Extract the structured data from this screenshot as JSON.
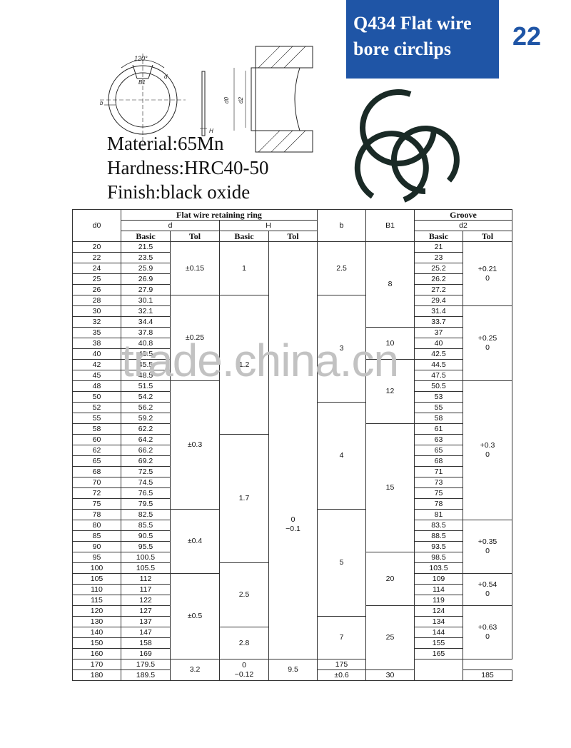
{
  "banner": {
    "title_line1": "Q434 Flat wire",
    "title_line2": "bore circlips"
  },
  "page_number": "22",
  "diagram_labels": {
    "angle": "120°",
    "b1": "B1",
    "b": "b",
    "d": "d",
    "d0": "d0",
    "d2": "d2",
    "h": "H"
  },
  "specs": {
    "material": "Material:65Mn",
    "hardness": "Hardness:HRC40-50",
    "finish": "Finish:black oxide"
  },
  "watermark": "trade.china.cn",
  "table": {
    "headers": {
      "d0": "d0",
      "ring_group": "Flat wire retaining ring",
      "groove_group": "Groove",
      "d": "d",
      "H": "H",
      "b": "b",
      "B1": "B1",
      "d2": "d2",
      "d_basic": "Basic",
      "d_tol": "Tol",
      "H_basic": "Basic",
      "H_tol": "Tol",
      "d2_basic": "Basic",
      "d2_tol": "Tol"
    },
    "d0": [
      "20",
      "22",
      "24",
      "25",
      "26",
      "28",
      "30",
      "32",
      "35",
      "38",
      "40",
      "42",
      "45",
      "48",
      "50",
      "52",
      "55",
      "58",
      "60",
      "62",
      "65",
      "68",
      "70",
      "72",
      "75",
      "78",
      "80",
      "85",
      "90",
      "95",
      "100",
      "105",
      "110",
      "115",
      "120",
      "130",
      "140",
      "150",
      "160",
      "170",
      "180"
    ],
    "d_basic": [
      "21.5",
      "23.5",
      "25.9",
      "26.9",
      "27.9",
      "30.1",
      "32.1",
      "34.4",
      "37.8",
      "40.8",
      "43.5",
      "45.5",
      "48.5",
      "51.5",
      "54.2",
      "56.2",
      "59.2",
      "62.2",
      "64.2",
      "66.2",
      "69.2",
      "72.5",
      "74.5",
      "76.5",
      "79.5",
      "82.5",
      "85.5",
      "90.5",
      "95.5",
      "100.5",
      "105.5",
      "112",
      "117",
      "122",
      "127",
      "137",
      "147",
      "158",
      "169",
      "179.5",
      "189.5"
    ],
    "d2_basic": [
      "21",
      "23",
      "25.2",
      "26.2",
      "27.2",
      "29.4",
      "31.4",
      "33.7",
      "37",
      "40",
      "42.5",
      "44.5",
      "47.5",
      "50.5",
      "53",
      "55",
      "58",
      "61",
      "63",
      "65",
      "68",
      "71",
      "73",
      "75",
      "78",
      "81",
      "83.5",
      "88.5",
      "93.5",
      "98.5",
      "103.5",
      "109",
      "114",
      "119",
      "124",
      "134",
      "144",
      "155",
      "165",
      "175",
      "185"
    ],
    "d_tol_groups": [
      "±0.15",
      "±0.25",
      "±0.3",
      "±0.4",
      "±0.5",
      "±0.6"
    ],
    "H_basic_groups": [
      "1",
      "1.2",
      "1.7",
      "2.5",
      "2.8",
      "3.2"
    ],
    "H_tol_groups": [
      [
        "0",
        "−0.1"
      ],
      [
        "0",
        "−0.12"
      ]
    ],
    "b_groups": [
      "2.5",
      "3",
      "4",
      "5",
      "7",
      "9.5"
    ],
    "B1_groups": [
      "8",
      "10",
      "12",
      "15",
      "20",
      "25",
      "30"
    ],
    "d2_tol_groups": [
      [
        "+0.21",
        "0"
      ],
      [
        "+0.25",
        "0"
      ],
      [
        "+0.3",
        "0"
      ],
      [
        "+0.35",
        "0"
      ],
      [
        "+0.54",
        "0"
      ],
      [
        "+0.63",
        "0"
      ]
    ]
  }
}
